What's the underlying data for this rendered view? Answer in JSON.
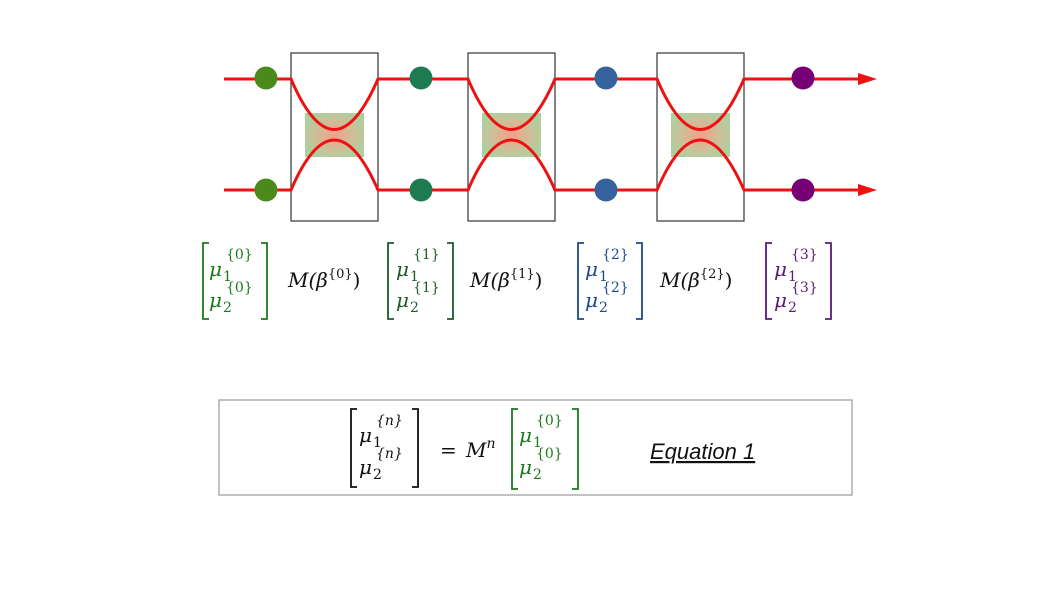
{
  "colors": {
    "line": "#ee1111",
    "box_stroke": "#333333",
    "stage0": "#4a8a1c",
    "stage1": "#1e7a50",
    "stage2": "#34639e",
    "stage3": "#770077",
    "black": "#111111",
    "green_matrix": "#1a7a1a",
    "navy_matrix": "#1d4a8a",
    "purple_matrix": "#5a1a7a"
  },
  "vectors": [
    {
      "top_base": "μ",
      "top_sub": "1",
      "top_sup": "{0}",
      "bot_base": "μ",
      "bot_sub": "2",
      "bot_sup": "{0}"
    },
    {
      "top_base": "μ",
      "top_sub": "1",
      "top_sup": "{1}",
      "bot_base": "μ",
      "bot_sub": "2",
      "bot_sup": "{1}"
    },
    {
      "top_base": "μ",
      "top_sub": "1",
      "top_sup": "{2}",
      "bot_base": "μ",
      "bot_sub": "2",
      "bot_sup": "{2}"
    },
    {
      "top_base": "μ",
      "top_sub": "1",
      "top_sup": "{3}",
      "bot_base": "μ",
      "bot_sub": "2",
      "bot_sup": "{3}"
    }
  ],
  "operators": [
    {
      "pre": "M(β",
      "sup": "{0}",
      "post": ")"
    },
    {
      "pre": "M(β",
      "sup": "{1}",
      "post": ")"
    },
    {
      "pre": "M(β",
      "sup": "{2}",
      "post": ")"
    }
  ],
  "equation": {
    "lhs": {
      "top_base": "μ",
      "top_sub": "1",
      "top_sup": "{n}",
      "bot_base": "μ",
      "bot_sub": "2",
      "bot_sup": "{n}"
    },
    "equals": "=",
    "op_base": "M",
    "op_sup": "n",
    "rhs": {
      "top_base": "μ",
      "top_sub": "1",
      "top_sup": "{0}",
      "bot_base": "μ",
      "bot_sub": "2",
      "bot_sup": "{0}"
    },
    "label": "Equation 1"
  }
}
